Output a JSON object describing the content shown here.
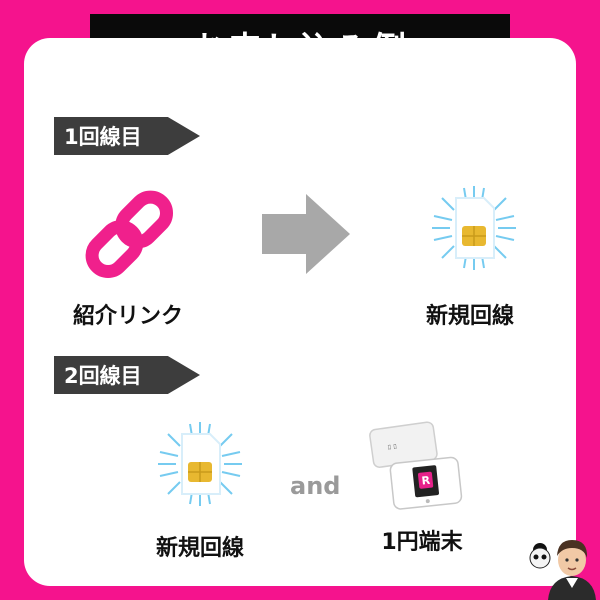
{
  "title": "お申し込み例",
  "step1": {
    "tag": "1回線目",
    "source_label": "紹介リンク",
    "target_label": "新規回線"
  },
  "step2": {
    "tag": "2回線目",
    "sim_label": "新規回線",
    "connector": "and",
    "device_label": "1円端末"
  },
  "colors": {
    "background": "#f5138d",
    "banner": "#0a0a0a",
    "tag": "#3d3d3d",
    "link_icon": "#f0208c",
    "arrow": "#a8a8a8",
    "sim_chip": "#e8b830",
    "sim_glow": "#5fc3ee"
  },
  "icons": [
    "link-icon",
    "arrow-right-icon",
    "sim-card-icon",
    "mobile-router-icon",
    "mascot-avatar"
  ]
}
